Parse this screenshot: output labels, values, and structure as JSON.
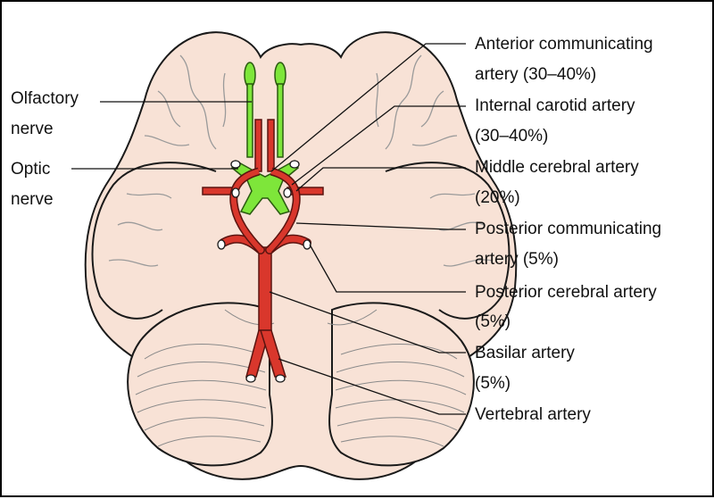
{
  "labels": {
    "olfactory_1": "Olfactory",
    "olfactory_2": "nerve",
    "optic_1": "Optic",
    "optic_2": "nerve",
    "acom_1": "Anterior communicating",
    "acom_2": "artery (30–40%)",
    "ica_1": "Internal carotid artery",
    "ica_2": "(30–40%)",
    "mca_1": "Middle cerebral artery",
    "mca_2": "(20%)",
    "pcom_1": "Posterior communicating",
    "pcom_2": "artery (5%)",
    "pca_1": "Posterior cerebral artery",
    "pca_2": "(5%)",
    "basilar_1": "Basilar artery",
    "basilar_2": "(5%)",
    "vertebral_1": "Vertebral artery"
  },
  "colors": {
    "brain_fill": "#f8e2d6",
    "brain_outline": "#1a1a1a",
    "sulcus": "#9a9a9a",
    "artery": "#d9372c",
    "artery_outline": "#5a1410",
    "nerve": "#7ee63a",
    "nerve_outline": "#2a5a10"
  }
}
